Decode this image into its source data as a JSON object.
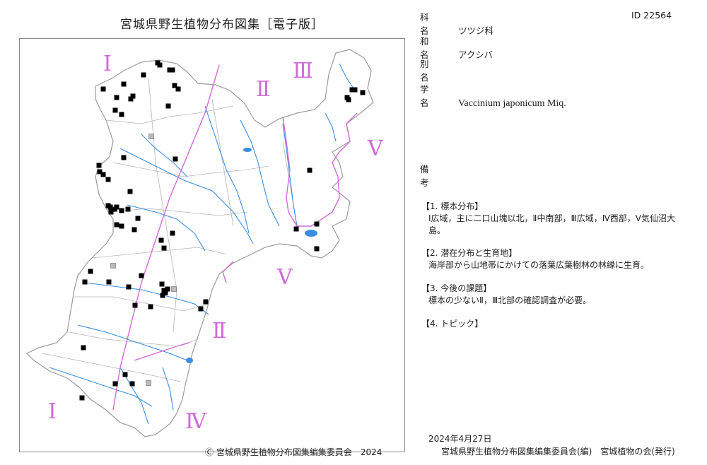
{
  "title": "宮城県野生植物分布図集［電子版］",
  "copyright": "Ⓒ 宮城県野生植物分布図集編集委員会　2024",
  "info": {
    "family_label": "科 名",
    "family": "ツツジ科",
    "id_text": "ID 22564",
    "japanese_label": "和 名",
    "japanese": "アクシバ",
    "alt_label": "別 名",
    "alt": "",
    "scientific_label": "学 名",
    "scientific": "Vaccinium japonicum Miq.",
    "notes_label": "備 考",
    "notes": ""
  },
  "sections": [
    {
      "heading": "【1. 標本分布】",
      "body": "Ⅰ広域，主に二口山塊以北，Ⅱ中南部，Ⅲ広域，Ⅳ西部，Ⅴ気仙沼大島。"
    },
    {
      "heading": "【2. 潜在分布と生育地】",
      "body": "海岸部から山地帯にかけての落葉広葉樹林の林縁に生育。"
    },
    {
      "heading": "【3. 今後の課題】",
      "body": "標本の少ないⅡ，Ⅲ北部の確認調査が必要。"
    },
    {
      "heading": "【4. トピック】",
      "body": ""
    }
  ],
  "footer": {
    "date": "2024年4月27日",
    "publisher": "宮城県野生植物分布図集編集委員会(編)　宮城植物の会(発行)"
  },
  "regions": [
    "Ⅰ",
    "Ⅱ",
    "Ⅲ",
    "Ⅳ",
    "Ⅴ"
  ],
  "colors": {
    "border": "#d06cd8",
    "river": "#3a8de0",
    "outline": "#9a9a9a",
    "specimen": "#000000",
    "uncertain": "#bbbbbb"
  }
}
